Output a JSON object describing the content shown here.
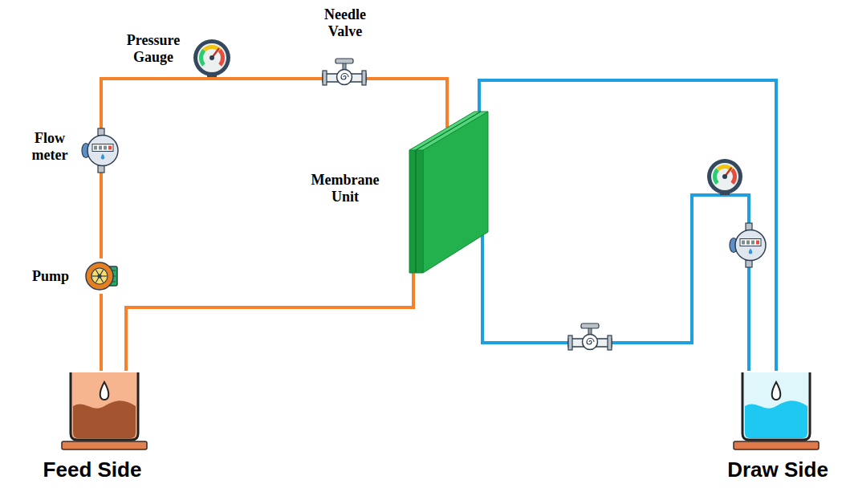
{
  "diagram": {
    "nodes": [
      {
        "text": [
          "Pressure Gauge"
        ]
      },
      {
        "text": [
          "Needle Valve"
        ]
      },
      {
        "text": [
          "Flow meter"
        ]
      },
      {
        "text": [
          "Membrane Unit"
        ]
      },
      {
        "text": [
          "Pump"
        ]
      },
      {
        "text": [
          "Feed Side"
        ]
      },
      {
        "text": [
          "Draw Side"
        ]
      }
    ],
    "edges": [
      {
        "from": 5,
        "to": 4,
        "arrow": "none"
      },
      {
        "from": 4,
        "to": 2,
        "arrow": "none"
      },
      {
        "from": 2,
        "to": 0,
        "arrow": "none"
      },
      {
        "from": 0,
        "to": 1,
        "arrow": "none"
      },
      {
        "from": 1,
        "to": 3,
        "arrow": "none"
      },
      {
        "from": 3,
        "to": 5,
        "arrow": "none"
      },
      {
        "from": 3,
        "to": 6,
        "arrow": "none"
      },
      {
        "from": 3,
        "to": 6,
        "arrow": "none"
      }
    ]
  }
}
